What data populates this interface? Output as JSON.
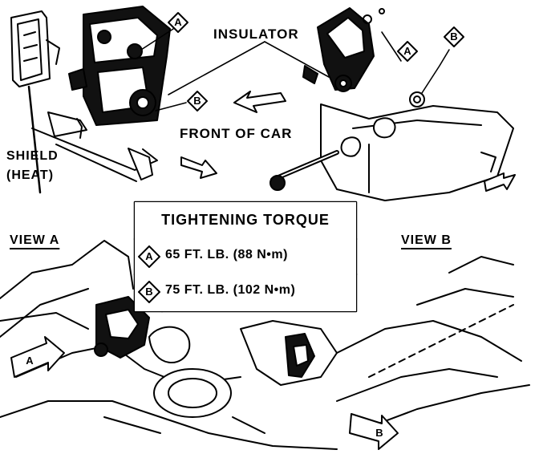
{
  "labels": {
    "insulator": "INSULATOR",
    "front_of_car": "FRONT OF CAR",
    "shield_line1": "SHIELD",
    "shield_line2": "(HEAT)",
    "view_a": "VIEW A",
    "view_b": "VIEW B"
  },
  "callouts": {
    "a": "A",
    "b": "B"
  },
  "torque_table": {
    "title": "TIGHTENING TORQUE",
    "rows": [
      {
        "key": "A",
        "value": "65 FT. LB. (88 N•m)"
      },
      {
        "key": "B",
        "value": "75 FT. LB. (102 N•m)"
      }
    ]
  }
}
